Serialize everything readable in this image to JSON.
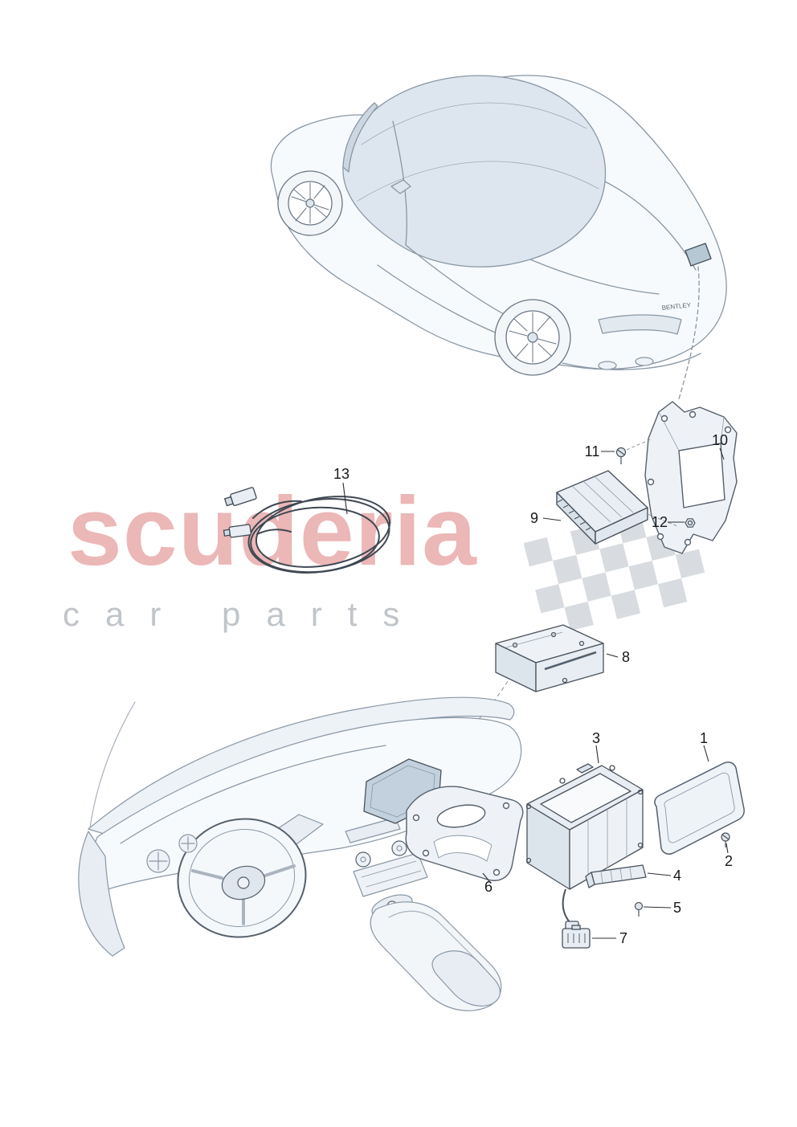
{
  "watermark": {
    "title": "scuderia",
    "subtitle": "car parts"
  },
  "car": {
    "badge": "BENTLEY"
  },
  "part_labels": [
    "1",
    "2",
    "3",
    "4",
    "5",
    "6",
    "7",
    "8",
    "9",
    "10",
    "11",
    "12",
    "13"
  ]
}
